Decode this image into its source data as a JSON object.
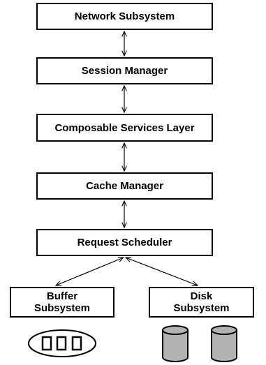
{
  "diagram": {
    "layers": [
      {
        "id": "network",
        "label": "Network Subsystem"
      },
      {
        "id": "session",
        "label": "Session Manager"
      },
      {
        "id": "composable",
        "label": "Composable Services Layer"
      },
      {
        "id": "cache",
        "label": "Cache Manager"
      },
      {
        "id": "scheduler",
        "label": "Request Scheduler"
      }
    ],
    "subsystems": [
      {
        "id": "buffer",
        "line1": "Buffer",
        "line2": "Subsystem"
      },
      {
        "id": "disk",
        "line1": "Disk",
        "line2": "Subsystem"
      }
    ],
    "connections": [
      {
        "from": "network",
        "to": "session",
        "type": "bidirectional"
      },
      {
        "from": "session",
        "to": "composable",
        "type": "bidirectional"
      },
      {
        "from": "composable",
        "to": "cache",
        "type": "bidirectional"
      },
      {
        "from": "cache",
        "to": "scheduler",
        "type": "bidirectional"
      },
      {
        "from": "scheduler",
        "to": "buffer",
        "type": "bidirectional"
      },
      {
        "from": "scheduler",
        "to": "disk",
        "type": "bidirectional"
      }
    ],
    "buffer_icon": {
      "name": "buffer-pool-icon",
      "slots": 3
    },
    "disk_icons": [
      {
        "name": "disk-cylinder-icon"
      },
      {
        "name": "disk-cylinder-icon"
      }
    ]
  }
}
